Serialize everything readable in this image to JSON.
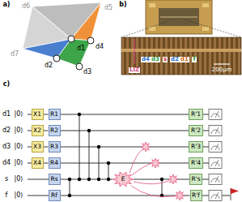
{
  "diagram": {
    "nodes": [
      {
        "text": [
          "X1"
        ]
      },
      {
        "text": [
          "R1"
        ]
      },
      {
        "text": [
          "R'1"
        ]
      },
      {
        "text": [
          "X2"
        ]
      },
      {
        "text": [
          "R2"
        ]
      },
      {
        "text": [
          "R'2"
        ]
      },
      {
        "text": [
          "X3"
        ]
      },
      {
        "text": [
          "R3"
        ]
      },
      {
        "text": [
          "R'3"
        ]
      },
      {
        "text": [
          "X4"
        ]
      },
      {
        "text": [
          "R4"
        ]
      },
      {
        "text": [
          "R'4"
        ]
      },
      {
        "text": [
          "Rs"
        ]
      },
      {
        "text": [
          "E"
        ]
      },
      {
        "text": [
          "R's"
        ]
      },
      {
        "text": [
          "Rf"
        ]
      },
      {
        "text": [
          "R'f"
        ]
      }
    ],
    "edges": [
      {
        "from": 0,
        "to": 1,
        "arrow": "none"
      },
      {
        "from": 1,
        "to": 2,
        "arrow": "none"
      },
      {
        "from": 3,
        "to": 4,
        "arrow": "none"
      },
      {
        "from": 4,
        "to": 5,
        "arrow": "none"
      },
      {
        "from": 6,
        "to": 7,
        "arrow": "none"
      },
      {
        "from": 7,
        "to": 8,
        "arrow": "none"
      },
      {
        "from": 9,
        "to": 10,
        "arrow": "none"
      },
      {
        "from": 10,
        "to": 11,
        "arrow": "none"
      },
      {
        "from": 12,
        "to": 13,
        "arrow": "none"
      },
      {
        "from": 13,
        "to": 14,
        "arrow": "none"
      },
      {
        "from": 15,
        "to": 16,
        "arrow": "none"
      }
    ],
    "labels": [
      "a)",
      "d1",
      "d2",
      "d3",
      "d4",
      "d5",
      "d6",
      "d7",
      "b)",
      "d4",
      "d3",
      "s",
      "d2",
      "d1",
      "f",
      "LIZ",
      "200µm",
      "c)",
      "d1",
      "|0⟩",
      "d2",
      "|0⟩",
      "d3",
      "|0⟩",
      "d4",
      "|0⟩",
      "s",
      "|0⟩",
      "f",
      "|0⟩"
    ]
  }
}
